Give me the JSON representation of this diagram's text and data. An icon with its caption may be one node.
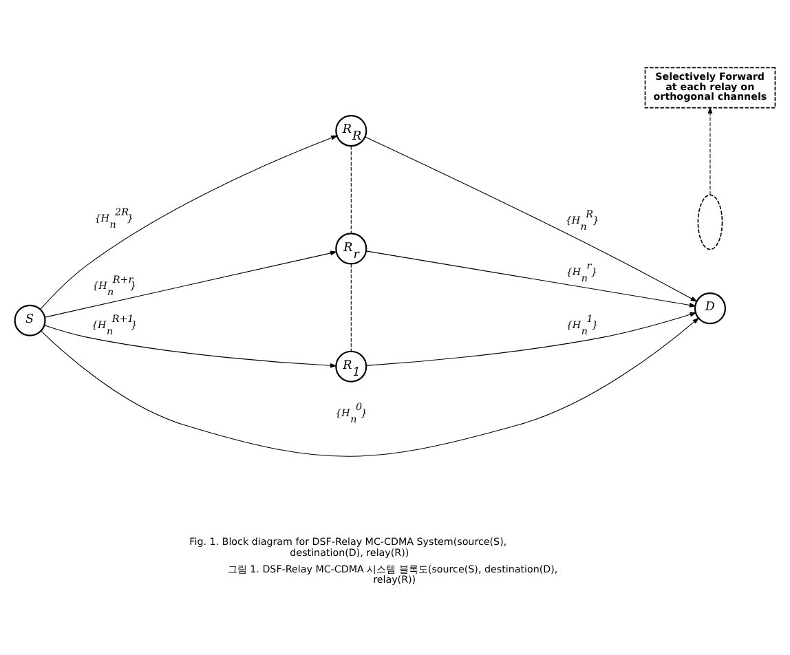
{
  "diagram": {
    "caption": "그림 1. DSF-Relay MC-CDMA 시스템 블록도(source(S), destination(D), relay(R))",
    "nodes": [
      {
        "text": [
          "R$_{R}$"
        ]
      },
      {
        "text": [
          "Selectively Forward at each relay on orthogonal channels"
        ]
      },
      {
        "text": [
          "R$_{r}$"
        ]
      },
      {
        "text": [
          "R$_{1}$"
        ]
      },
      {
        "text": [],
        "shape": "ellipse"
      },
      {
        "text": [
          "S"
        ]
      },
      {
        "text": [
          "D"
        ]
      }
    ],
    "edges": [
      {
        "from": 5,
        "to": 0,
        "arrow": "to",
        "label": "{H$_{n}$$^{2R}$}"
      },
      {
        "from": 0,
        "to": 6,
        "arrow": "to",
        "label": "{H$_{n}$$^{R}$}"
      },
      {
        "from": 5,
        "to": 2,
        "arrow": "to",
        "label": "{H$_{n}$$^{R+r}$}"
      },
      {
        "from": 2,
        "to": 6,
        "arrow": "to",
        "label": "{H$_{n}$$^{r}$}"
      },
      {
        "from": 5,
        "to": 3,
        "arrow": "to",
        "label": "{H$_{n}$$^{R+1}$}"
      },
      {
        "from": 3,
        "to": 6,
        "arrow": "to",
        "label": "{H$_{n}$$^{1}$}"
      },
      {
        "from": 5,
        "to": 6,
        "arrow": "to",
        "label": "{H$_{n}$$^{0}$}"
      },
      {
        "from": 0,
        "to": 2,
        "arrow": "none",
        "style": "dashed"
      },
      {
        "from": 2,
        "to": 3,
        "arrow": "none",
        "style": "dashed"
      },
      {
        "from": 4,
        "to": 1,
        "arrow": "to",
        "style": "dashed"
      }
    ],
    "labels": [
      "Fig. 1. Block diagram for DSF-Relay MC-CDMA System(source(S), destination(D), relay(R))"
    ]
  }
}
